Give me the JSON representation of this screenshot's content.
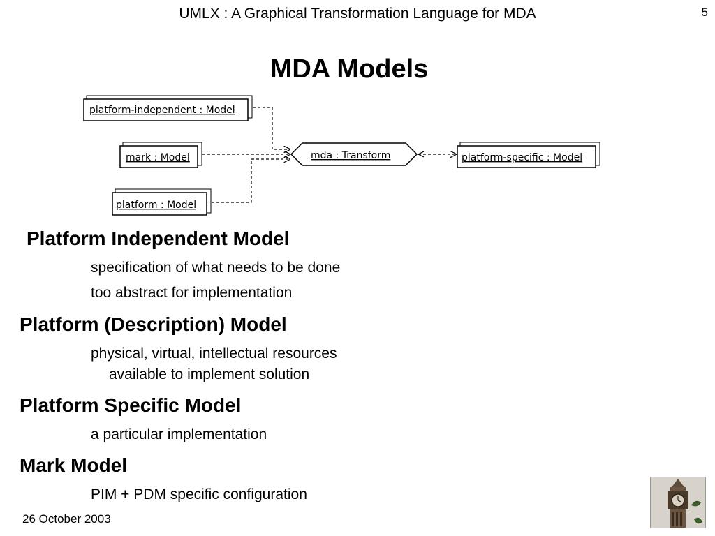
{
  "header": {
    "title": "UMLX : A Graphical Transformation Language for MDA",
    "slide_number": "5"
  },
  "slide": {
    "title": "MDA Models"
  },
  "diagram": {
    "pim_label": "platform-independent : Model",
    "mark_label": "mark : Model",
    "platform_label": "platform : Model",
    "transform_label": "mda : Transform",
    "psm_label": "platform-specific : Model"
  },
  "sections": [
    {
      "heading": "Platform Independent Model",
      "lines": [
        "specification of what needs to be done",
        "too abstract for implementation"
      ]
    },
    {
      "heading": "Platform (Description) Model",
      "lines": [
        "physical, virtual, intellectual resources",
        "available to implement solution"
      ]
    },
    {
      "heading": "Platform Specific Model",
      "lines": [
        "a particular implementation"
      ]
    },
    {
      "heading": "Mark Model",
      "lines": [
        "PIM + PDM specific configuration"
      ]
    }
  ],
  "footer": {
    "date": "26 October 2003"
  },
  "logo": {
    "icon": "clock-tower-icon"
  }
}
